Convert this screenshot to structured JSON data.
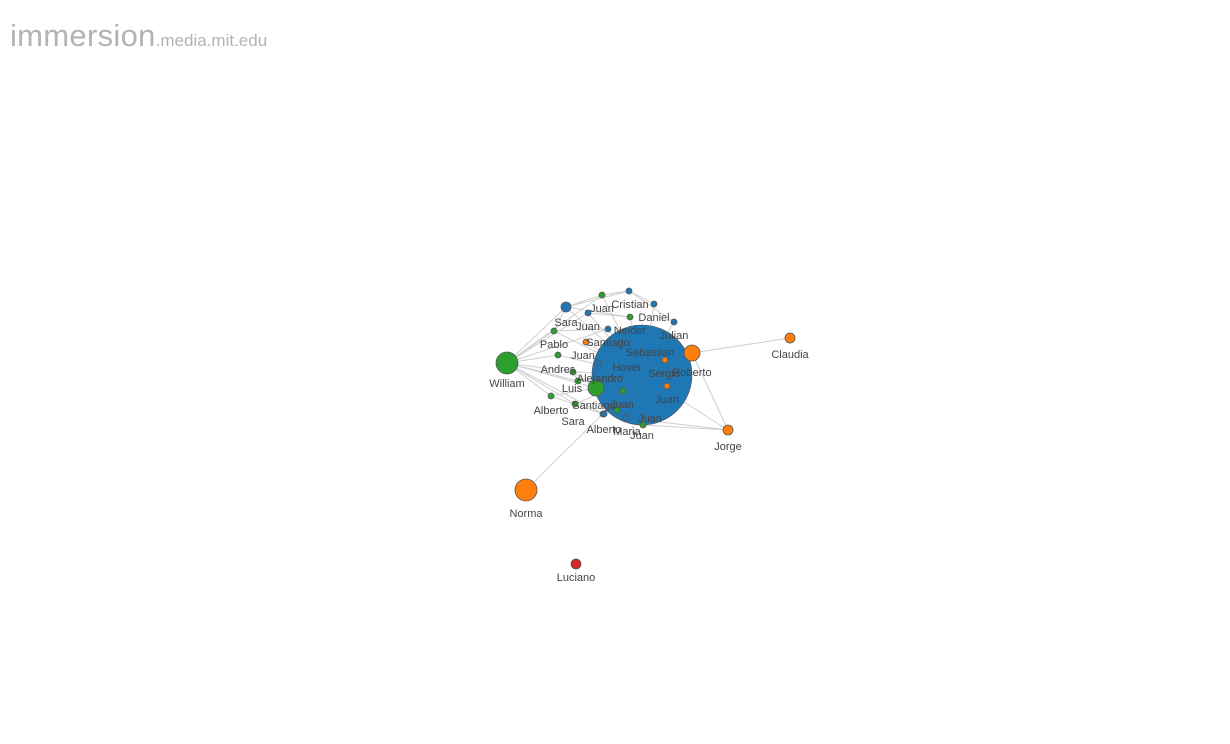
{
  "header": {
    "logo_main": "immersion",
    "logo_sub": ".media.mit.edu"
  },
  "colors": {
    "blue": "#1f77b4",
    "orange": "#ff7f0e",
    "green": "#2ca02c",
    "red": "#d62728",
    "edge": "#cfcfcf"
  },
  "nodes": [
    {
      "id": "hub",
      "label": "",
      "color": "blue",
      "size": "xl"
    },
    {
      "id": "william",
      "label": "William",
      "color": "green",
      "size": "l"
    },
    {
      "id": "norma",
      "label": "Norma",
      "color": "orange",
      "size": "l"
    },
    {
      "id": "roberto",
      "label": "Roberto",
      "color": "orange",
      "size": "m"
    },
    {
      "id": "claudia",
      "label": "Claudia",
      "color": "orange",
      "size": "s"
    },
    {
      "id": "jorge",
      "label": "Jorge",
      "color": "orange",
      "size": "s"
    },
    {
      "id": "luciano",
      "label": "Luciano",
      "color": "red",
      "size": "s"
    },
    {
      "id": "luis",
      "label": "Luis",
      "color": "green",
      "size": "m"
    },
    {
      "id": "cristian",
      "label": "Cristian",
      "color": "blue",
      "size": "xs"
    },
    {
      "id": "juan1",
      "label": "Juan",
      "color": "green",
      "size": "xs"
    },
    {
      "id": "daniel",
      "label": "Daniel",
      "color": "blue",
      "size": "xs"
    },
    {
      "id": "sara1",
      "label": "Sara",
      "color": "blue",
      "size": "s"
    },
    {
      "id": "juan2",
      "label": "Juan",
      "color": "blue",
      "size": "xs"
    },
    {
      "id": "neider",
      "label": "Neider",
      "color": "green",
      "size": "xs"
    },
    {
      "id": "julian",
      "label": "Julian",
      "color": "blue",
      "size": "xs"
    },
    {
      "id": "pablo",
      "label": "Pablo",
      "color": "green",
      "size": "xs"
    },
    {
      "id": "santiago1",
      "label": "Santiago",
      "color": "blue",
      "size": "xs"
    },
    {
      "id": "sebastian",
      "label": "Sebastian",
      "color": "orange",
      "size": "xs"
    },
    {
      "id": "juan3",
      "label": "Juan",
      "color": "green",
      "size": "xs"
    },
    {
      "id": "hover",
      "label": "Hover",
      "color": "blue",
      "size": "xs"
    },
    {
      "id": "andres",
      "label": "Andres",
      "color": "green",
      "size": "xs"
    },
    {
      "id": "sergio",
      "label": "Sergio",
      "color": "orange",
      "size": "xs"
    },
    {
      "id": "alejandro",
      "label": "Alejandro",
      "color": "green",
      "size": "xs"
    },
    {
      "id": "juan4",
      "label": "Juan",
      "color": "orange",
      "size": "xs"
    },
    {
      "id": "alberto1",
      "label": "Alberto",
      "color": "green",
      "size": "xs"
    },
    {
      "id": "santiago2",
      "label": "Santiago",
      "color": "green",
      "size": "xs"
    },
    {
      "id": "juan5",
      "label": "Juan",
      "color": "green",
      "size": "xs"
    },
    {
      "id": "sara2",
      "label": "Sara",
      "color": "green",
      "size": "xs"
    },
    {
      "id": "juan6",
      "label": "Juan",
      "color": "blue",
      "size": "xs"
    },
    {
      "id": "alberto2",
      "label": "Alberto",
      "color": "blue",
      "size": "xs"
    },
    {
      "id": "maria",
      "label": "Maria",
      "color": "green",
      "size": "xs"
    },
    {
      "id": "juan7",
      "label": "Juan",
      "color": "green",
      "size": "xs"
    }
  ],
  "edges": [
    [
      "hub",
      "roberto"
    ],
    [
      "hub",
      "jorge"
    ],
    [
      "hub",
      "luis"
    ],
    [
      "hub",
      "norma"
    ],
    [
      "roberto",
      "claudia"
    ],
    [
      "roberto",
      "jorge"
    ],
    [
      "william",
      "sara1"
    ],
    [
      "william",
      "pablo"
    ],
    [
      "william",
      "juan3"
    ],
    [
      "william",
      "andres"
    ],
    [
      "william",
      "luis"
    ],
    [
      "william",
      "alberto1"
    ],
    [
      "william",
      "santiago2"
    ],
    [
      "william",
      "sara2"
    ],
    [
      "william",
      "juan2"
    ],
    [
      "william",
      "santiago1"
    ],
    [
      "william",
      "alejandro"
    ],
    [
      "william",
      "juan1"
    ],
    [
      "sara1",
      "cristian"
    ],
    [
      "sara1",
      "juan1"
    ],
    [
      "sara1",
      "neider"
    ],
    [
      "sara1",
      "hub"
    ],
    [
      "cristian",
      "daniel"
    ],
    [
      "cristian",
      "julian"
    ],
    [
      "juan1",
      "hub"
    ],
    [
      "juan2",
      "hub"
    ],
    [
      "pablo",
      "hub"
    ],
    [
      "juan3",
      "hub"
    ],
    [
      "andres",
      "hub"
    ],
    [
      "alberto1",
      "luis"
    ],
    [
      "santiago2",
      "hub"
    ],
    [
      "sara2",
      "hub"
    ],
    [
      "luis",
      "juan4"
    ],
    [
      "alejandro",
      "hub"
    ],
    [
      "hover",
      "hub"
    ],
    [
      "daniel",
      "hub"
    ],
    [
      "julian",
      "hub"
    ],
    [
      "neider",
      "hub"
    ],
    [
      "santiago1",
      "hub"
    ],
    [
      "juan2",
      "neider"
    ],
    [
      "pablo",
      "santiago1"
    ],
    [
      "andres",
      "alejandro"
    ],
    [
      "sara2",
      "maria"
    ],
    [
      "alberto2",
      "maria"
    ],
    [
      "juan6",
      "juan7"
    ],
    [
      "juan5",
      "hub"
    ],
    [
      "sergio",
      "hub"
    ],
    [
      "sebastian",
      "hub"
    ],
    [
      "juan6",
      "jorge"
    ],
    [
      "juan7",
      "jorge"
    ],
    [
      "sara1",
      "pablo"
    ],
    [
      "juan1",
      "cristian"
    ],
    [
      "andres",
      "luis"
    ],
    [
      "alberto1",
      "sara2"
    ]
  ]
}
